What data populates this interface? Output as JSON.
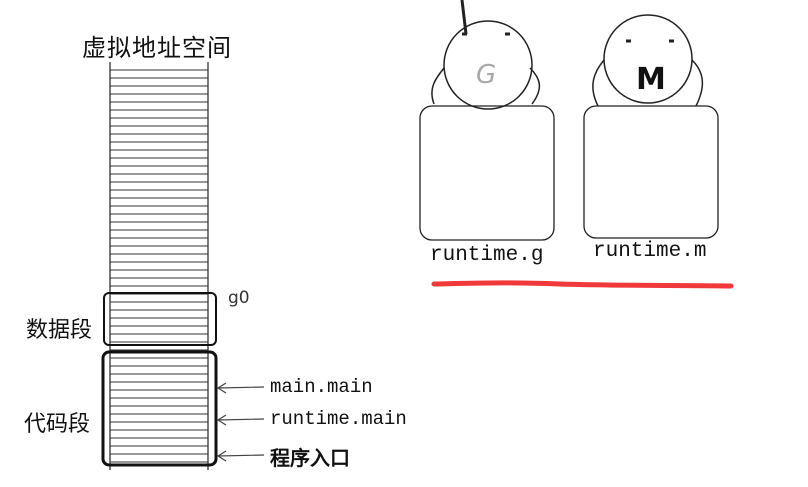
{
  "left_panel": {
    "title": "虚拟地址空间",
    "segments": {
      "data": {
        "label": "数据段",
        "marker": "g0"
      },
      "code": {
        "label": "代码段"
      }
    },
    "pointers": [
      {
        "label": "main.main"
      },
      {
        "label": "runtime.main"
      },
      {
        "label": "程序入口"
      }
    ]
  },
  "right_panel": {
    "characters": [
      {
        "letter": "G",
        "caption": "runtime.g",
        "letter_color": "#a8a8a8"
      },
      {
        "letter": "M",
        "caption": "runtime.m",
        "letter_color": "#111111"
      }
    ],
    "underline_color": "#f03a3a"
  }
}
